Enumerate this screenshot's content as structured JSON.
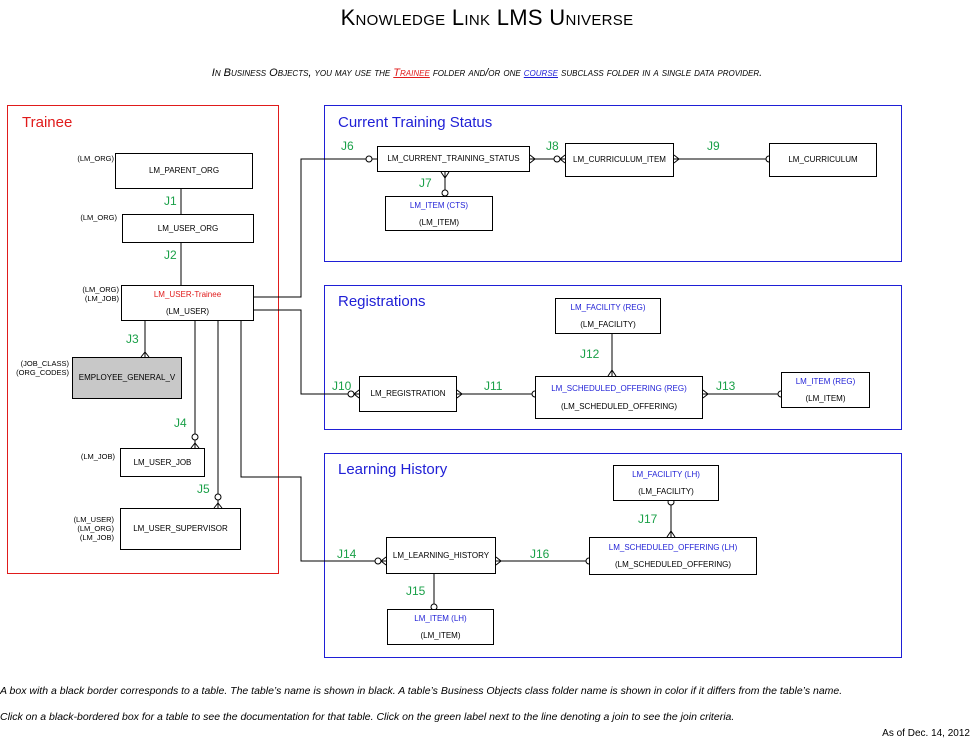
{
  "title": "Knowledge Link LMS Universe",
  "intro": {
    "pre": "In Business Objects, you may use the ",
    "link1": "Trainee",
    "mid": " folder and/or one ",
    "link2": "course",
    "post": " subclass folder in a single data provider."
  },
  "colors": {
    "trainee_border": "#e01b1b",
    "folder_border": "#1f1fd6",
    "join_label": "#1aa048",
    "class_blue": "#1f1fd6",
    "class_red": "#e01b1b"
  },
  "folders": {
    "trainee": "Trainee",
    "current": "Current Training Status",
    "registrations": "Registrations",
    "history": "Learning History"
  },
  "tables": {
    "parent_org": "LM_PARENT_ORG",
    "user_org": "LM_USER_ORG",
    "user_class": "LM_USER-Trainee",
    "user": "(LM_USER)",
    "emp": "EMPLOYEE_GENERAL_V",
    "user_job": "LM_USER_JOB",
    "user_sup": "LM_USER_SUPERVISOR",
    "cts": "LM_CURRENT_TRAINING_STATUS",
    "curr_item": "LM_CURRICULUM_ITEM",
    "curr": "LM_CURRICULUM",
    "item_cts_class": "LM_ITEM (CTS)",
    "item_cts": "(LM_ITEM)",
    "fac_reg_class": "LM_FACILITY (REG)",
    "fac_reg": "(LM_FACILITY)",
    "reg": "LM_REGISTRATION",
    "so_reg_class": "LM_SCHEDULED_OFFERING (REG)",
    "so_reg": "(LM_SCHEDULED_OFFERING)",
    "item_reg_class": "LM_ITEM (REG)",
    "item_reg": "(LM_ITEM)",
    "fac_lh_class": "LM_FACILITY (LH)",
    "fac_lh": "(LM_FACILITY)",
    "lh": "LM_LEARNING_HISTORY",
    "so_lh_class": "LM_SCHEDULED_OFFERING (LH)",
    "so_lh": "(LM_SCHEDULED_OFFERING)",
    "item_lh_class": "LM_ITEM (LH)",
    "item_lh": "(LM_ITEM)"
  },
  "tags": {
    "parent_org": "(LM_ORG)",
    "user_org": "(LM_ORG)",
    "user": "(LM_ORG)\n(LM_JOB)",
    "emp": "(JOB_CLASS)\n(ORG_CODES)",
    "user_job": "(LM_JOB)",
    "user_sup": "(LM_USER)\n(LM_ORG)\n(LM_JOB)"
  },
  "joins": [
    "J1",
    "J2",
    "J3",
    "J4",
    "J5",
    "J6",
    "J7",
    "J8",
    "J9",
    "J10",
    "J11",
    "J12",
    "J13",
    "J14",
    "J15",
    "J16",
    "J17"
  ],
  "notes": {
    "line1": "A box with a black border corresponds to a table.  The table’s name is shown in black.  A table’s Business Objects class folder name is shown in color if it differs from the table’s name.",
    "line2": "Click on a black-bordered box for a table to see the documentation for that table. Click on the green label next to the line denoting a join to see the join criteria.",
    "asof": "As of Dec. 14, 2012"
  }
}
